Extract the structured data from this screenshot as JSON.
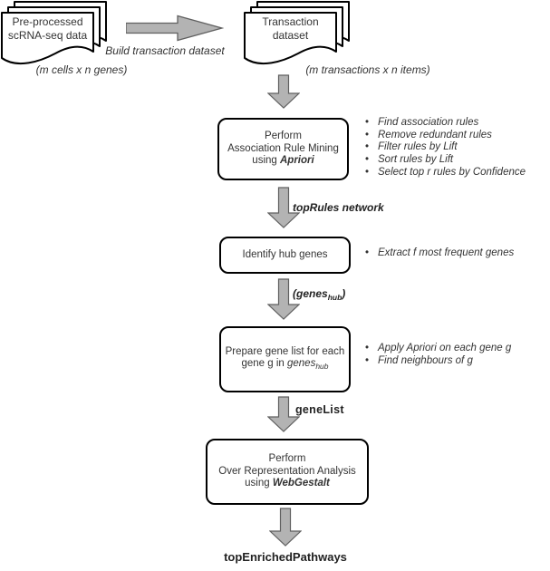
{
  "colors": {
    "arrow_fill": "#b3b3b3",
    "arrow_stroke": "#606060",
    "box_border": "#000000",
    "text": "#333333"
  },
  "top": {
    "input_doc": {
      "line1": "Pre-processed",
      "line2": "scRNA-seq data",
      "caption": "(m cells x n genes)"
    },
    "build_arrow_label": "Build transaction dataset",
    "transaction_doc": {
      "line1": "Transaction",
      "line2": "dataset",
      "caption": "(m transactions x n items)"
    }
  },
  "boxes": {
    "arm": {
      "line1": "Perform",
      "line2": "Association Rule Mining",
      "line3_prefix": "using ",
      "line3_tool": "Apriori",
      "bullets": [
        "Find association rules",
        "Remove redundant rules",
        "Filter rules by Lift",
        "Sort rules by Lift",
        "Select top r rules by Confidence"
      ]
    },
    "hub": {
      "label": "Identify hub genes",
      "bullets": [
        "Extract f most frequent genes"
      ]
    },
    "prep": {
      "line1": "Prepare gene list for each",
      "line2_prefix": "gene g in ",
      "line2_word": "genes",
      "line2_sub": "hub",
      "bullets": [
        "Apply Apriori on each gene g",
        "Find neighbours of g"
      ]
    },
    "ora": {
      "line1": "Perform",
      "line2": "Over Representation Analysis",
      "line3_prefix": "using ",
      "line3_tool": "WebGestalt"
    }
  },
  "flow_labels": {
    "toprules": "topRules network",
    "geneshub_prefix": "(genes",
    "geneshub_sub": "hub",
    "geneshub_suffix": ")",
    "genelist": "geneList",
    "final": "topEnrichedPathways"
  }
}
